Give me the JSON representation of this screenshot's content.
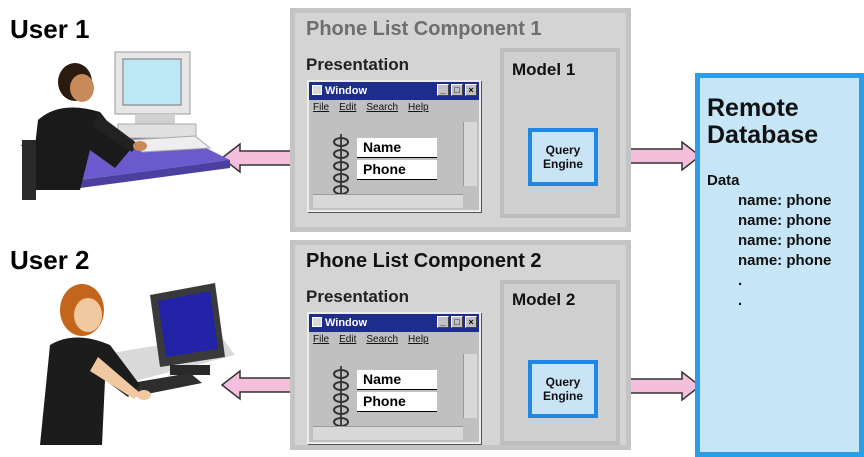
{
  "users": [
    {
      "label": "User 1"
    },
    {
      "label": "User 2"
    }
  ],
  "components": [
    {
      "title": "Phone List Component 1",
      "presentation_label": "Presentation",
      "model_label": "Model 1",
      "query_engine": [
        "Query",
        "Engine"
      ],
      "window": {
        "title": "Window",
        "menu": [
          "File",
          "Edit",
          "Search",
          "Help"
        ],
        "fields": [
          "Name",
          "Phone"
        ]
      }
    },
    {
      "title": "Phone List Component 2",
      "presentation_label": "Presentation",
      "model_label": "Model 2",
      "query_engine": [
        "Query",
        "Engine"
      ],
      "window": {
        "title": "Window",
        "menu": [
          "File",
          "Edit",
          "Search",
          "Help"
        ],
        "fields": [
          "Name",
          "Phone"
        ]
      }
    }
  ],
  "database": {
    "title_line1": "Remote",
    "title_line2": "Database",
    "data_label": "Data",
    "entries": [
      "name: phone",
      "name: phone",
      "name: phone",
      "name: phone"
    ],
    "dots": [
      ".",
      "."
    ]
  },
  "colors": {
    "arrow_fill": "#f4bedd",
    "arrow_stroke": "#333333",
    "query_border": "#1e88e5",
    "database_border": "#2a9ee6",
    "window_titlebar": "#1c2d8c"
  },
  "icons": [
    "user-at-computer-icon",
    "spiral-binding-icon",
    "bidirectional-arrow-icon"
  ]
}
